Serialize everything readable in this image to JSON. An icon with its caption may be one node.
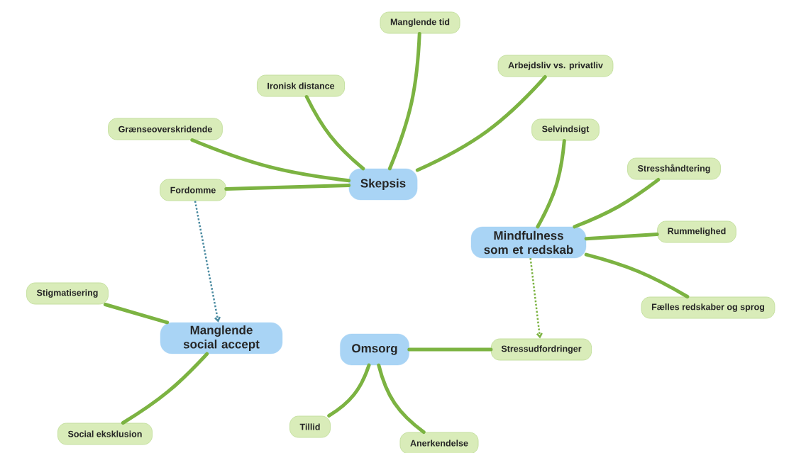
{
  "diagram": {
    "nodes": [
      {
        "text": [
          "Skepsis"
        ]
      },
      {
        "text": [
          "Manglende tid"
        ]
      },
      {
        "text": [
          "Ironisk distance"
        ]
      },
      {
        "text": [
          "Arbejdsliv vs. privatliv"
        ]
      },
      {
        "text": [
          "Grænseoverskridende"
        ]
      },
      {
        "text": [
          "Fordomme"
        ]
      },
      {
        "text": [
          "Mindfulness som et redskab"
        ]
      },
      {
        "text": [
          "Selvindsigt"
        ]
      },
      {
        "text": [
          "Stresshåndtering"
        ]
      },
      {
        "text": [
          "Rummelighed"
        ]
      },
      {
        "text": [
          "Fælles redskaber og sprog"
        ]
      },
      {
        "text": [
          "Manglende social accept"
        ]
      },
      {
        "text": [
          "Stigmatisering"
        ]
      },
      {
        "text": [
          "Social eksklusion"
        ]
      },
      {
        "text": [
          "Omsorg"
        ]
      },
      {
        "text": [
          "Stressudfordringer"
        ]
      },
      {
        "text": [
          "Tillid"
        ]
      },
      {
        "text": [
          "Anerkendelse"
        ]
      }
    ],
    "edges": [
      {
        "from": 0,
        "to": 1,
        "arrow": "none"
      },
      {
        "from": 0,
        "to": 2,
        "arrow": "none"
      },
      {
        "from": 0,
        "to": 3,
        "arrow": "none"
      },
      {
        "from": 0,
        "to": 4,
        "arrow": "none"
      },
      {
        "from": 0,
        "to": 5,
        "arrow": "none"
      },
      {
        "from": 6,
        "to": 7,
        "arrow": "none"
      },
      {
        "from": 6,
        "to": 8,
        "arrow": "none"
      },
      {
        "from": 6,
        "to": 9,
        "arrow": "none"
      },
      {
        "from": 6,
        "to": 10,
        "arrow": "none"
      },
      {
        "from": 11,
        "to": 12,
        "arrow": "none"
      },
      {
        "from": 11,
        "to": 13,
        "arrow": "none"
      },
      {
        "from": 14,
        "to": 15,
        "arrow": "none"
      },
      {
        "from": 14,
        "to": 16,
        "arrow": "none"
      },
      {
        "from": 14,
        "to": 17,
        "arrow": "none"
      },
      {
        "from": 5,
        "to": 11,
        "arrow": "to",
        "style": "dashed",
        "color": "#4a8aa0"
      },
      {
        "from": 6,
        "to": 15,
        "arrow": "to",
        "style": "dashed",
        "color": "#7cb342"
      }
    ]
  }
}
